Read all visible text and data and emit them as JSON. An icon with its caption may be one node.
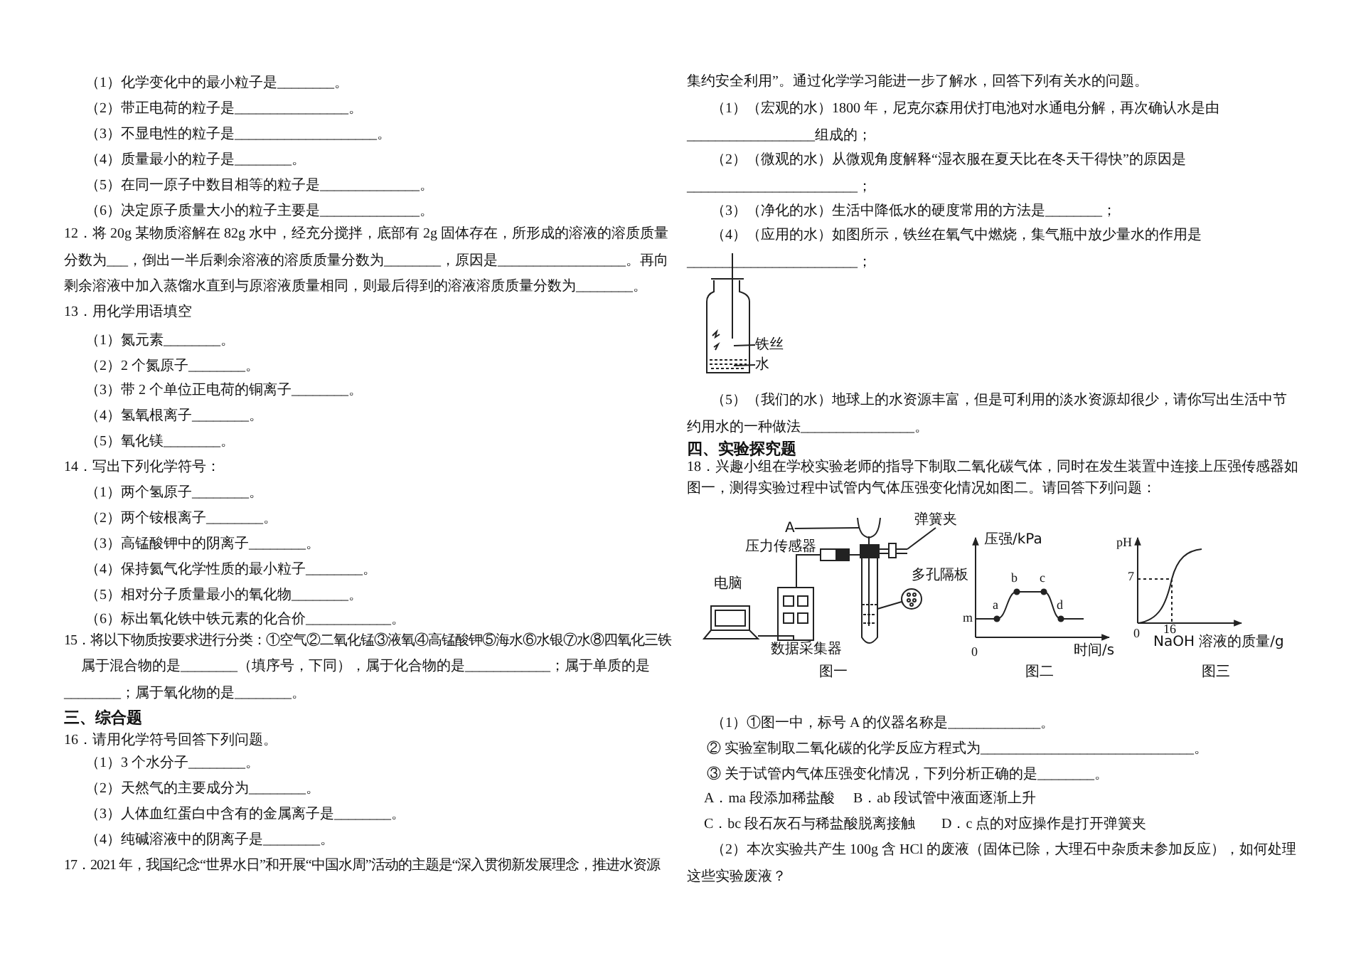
{
  "diagram": {
    "nodes": [
      {
        "text": [
          "铁丝"
        ]
      },
      {
        "text": [
          "水"
        ]
      },
      {
        "text": [
          "A"
        ]
      },
      {
        "text": [
          "弹簧夹"
        ]
      }
    ],
    "edges": [
      {
        "from": 0,
        "to": null,
        "arrow": "none"
      },
      {
        "from": 1,
        "to": null,
        "arrow": "none"
      },
      {
        "from": 2,
        "to": null,
        "arrow": "none"
      },
      {
        "from": 3,
        "to": null,
        "arrow": "none"
      }
    ],
    "labels": [
      "（1）化学变化中的最小粒子是________。",
      "（2）带正电荷的粒子是________________。",
      "（3）不显电性的粒子是____________________。",
      "（4）质量最小的粒子是________。",
      "（5）在同一原子中数目相等的粒子是______________。",
      "（6）决定原子质量大小的粒子主要是______________。",
      "12．将 20g 某物质溶解在 82g 水中，经充分搅拌，底部有 2g 固体存在，所形成的溶液的溶质质量分数为___，倒出一半后剩余溶液的溶质质量分数为________，原因是__________________。再向剩余溶液中加入蒸馏水直到与原溶液质量相同，则最后得到的溶液溶质质量分数为________。",
      "13．用化学用语填空",
      "（1）氮元素________。",
      "（2）2 个氮原子________。",
      "（3）带 2 个单位正电荷的铜离子________。",
      "（4）氢氧根离子________。",
      "（5）氧化镁________。",
      "14．写出下列化学符号：",
      "（1）两个氢原子________。",
      "（2）两个铵根离子________。",
      "（3）高锰酸钾中的阴离子________。",
      "（4）保持氦气化学性质的最小粒子________。",
      "（5）相对分子质量最小的氧化物________。",
      "（6）标出氧化铁中铁元素的化合价____________。",
      "15．将以下物质按要求进行分类：①空气②二氧化锰③液氧④高锰酸钾⑤海水⑥水银⑦水⑧四氧化三铁",
      "属于混合物的是________（填序号，下同），属于化合物的是____________；属于单质的是________；属于氧化物的是________。",
      "三、综合题",
      "16．请用化学符号回答下列问题。",
      "（1）3 个水分子________。",
      "（2）天然气的主要成分为________。",
      "（3）人体血红蛋白中含有的金属离子是________。",
      "（4）纯碱溶液中的阴离子是________。",
      "17．2021 年，我国纪念“世界水日”和开展“中国水周”活动的主题是“深入贯彻新发展理念，推进水资源",
      "集约安全利用”。通过化学学习能进一步了解水，回答下列有关水的问题。",
      "（1）（宏观的水）1800 年，尼克尔森用伏打电池对水通电分解，再次确认水是由__________________组成的；",
      "（2）（微观的水）从微观角度解释“湿衣服在夏天比在冬天干得快”的原因是________________________；",
      "（3）（净化的水）生活中降低水的硬度常用的方法是________；",
      "（4）（应用的水）如图所示，铁丝在氧气中燃烧，集气瓶中放少量水的作用是________________________；",
      "（5）（我们的水）地球上的水资源丰富，但是可利用的淡水资源却很少，请你写出生活中节约用水的一种做法________________。",
      "四、实验探究题",
      "18．兴趣小组在学校实验老师的指导下制取二氧化碳气体，同时在发生装置中连接上压强传感器如图一，测得实验过程中试管内气体压强变化情况如图二。请回答下列问题：",
      "压力传感器",
      "多孔隔板",
      "电脑",
      "数据采集器",
      "压强/kPa",
      "m",
      "a",
      "b",
      "c",
      "d",
      "0",
      "时间/s",
      "pH",
      "7",
      "0",
      "16",
      "NaOH 溶液的质量/g",
      "图一",
      "图二",
      "图三",
      "（1）①图一中，标号 A 的仪器名称是_____________。",
      "② 实验室制取二氧化碳的化学反应方程式为______________________________。",
      "③ 关于试管内气体压强变化情况，下列分析正确的是________。",
      "A．ma 段添加稀盐酸",
      "B．ab 段试管中液面逐渐上升",
      "C．bc 段石灰石与稀盐酸脱离接触",
      "D．c 点的对应操作是打开弹簧夹",
      "（2）本次实验共产生 100g 含 HCl 的废液（固体已除，大理石中杂质未参加反应），如何处理这些实验废液？"
    ]
  }
}
